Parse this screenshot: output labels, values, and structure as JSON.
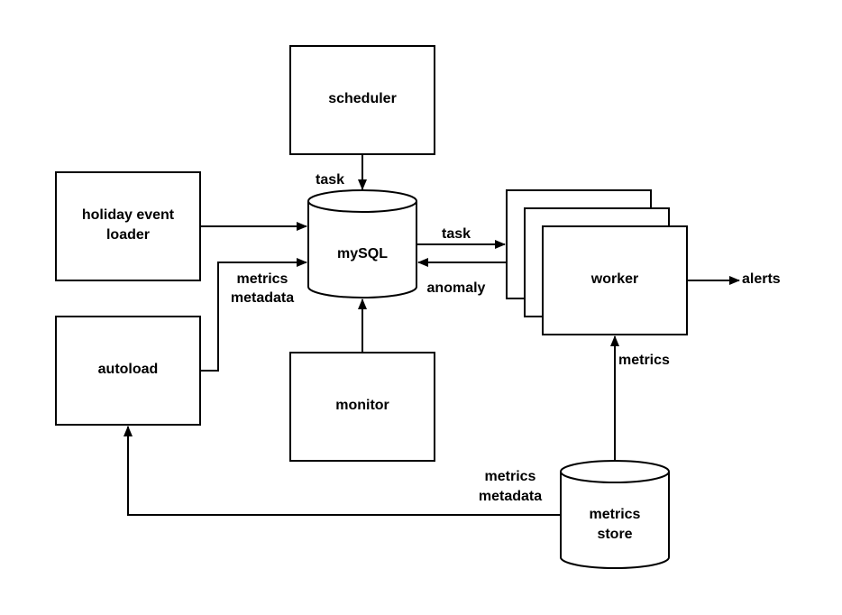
{
  "nodes": {
    "scheduler": "scheduler",
    "holiday_line1": "holiday event",
    "holiday_line2": "loader",
    "autoload": "autoload",
    "mysql": "mySQL",
    "monitor": "monitor",
    "worker": "worker",
    "store_line1": "metrics",
    "store_line2": "store"
  },
  "edges": {
    "scheduler_to_mysql": "task",
    "mysql_to_worker": "task",
    "worker_to_mysql": "anomaly",
    "autoload_to_mysql_line1": "metrics",
    "autoload_to_mysql_line2": "metadata",
    "store_to_worker": "metrics",
    "store_to_autoload_line1": "metrics",
    "store_to_autoload_line2": "metadata",
    "worker_output": "alerts"
  }
}
